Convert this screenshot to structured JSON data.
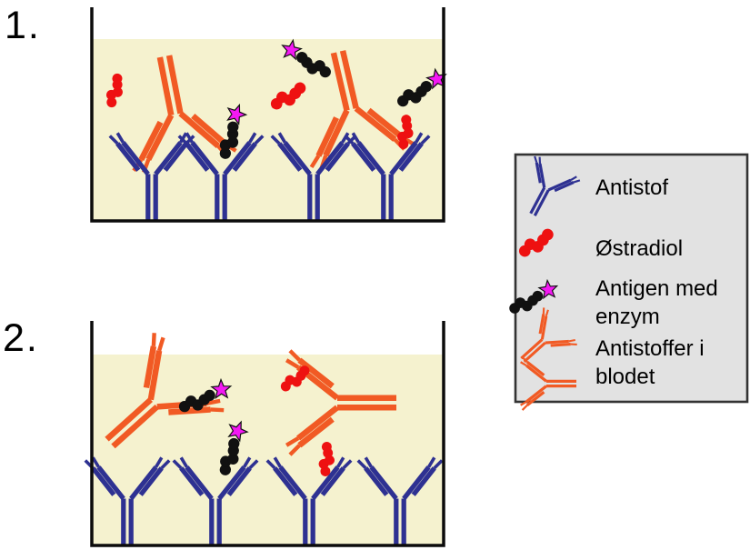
{
  "steps": [
    {
      "label": "1."
    },
    {
      "label": "2."
    }
  ],
  "legend": {
    "items": [
      {
        "label": "Antistof",
        "icon": "blue-antibody-icon"
      },
      {
        "label": "Østradiol",
        "icon": "estradiol-molecule-icon"
      },
      {
        "label": "Antigen med enzym",
        "icon": "antigen-with-enzyme-icon"
      },
      {
        "label": "Antistoffer i blodet",
        "icon": "blood-antibodies-icon"
      }
    ]
  },
  "panels": [
    {
      "label": "1.",
      "well_bound_antibodies": 4,
      "blood_antibodies": 2,
      "estradiol_molecules": 3,
      "antigen_enzyme_molecules": 3
    },
    {
      "label": "2.",
      "well_bound_antibodies": 4,
      "blood_antibodies": 2,
      "estradiol_molecules": 2,
      "antigen_enzyme_molecules": 2
    }
  ],
  "colors": {
    "antibody-blue": "#2E3192",
    "blood-antibody-orange": "#F15A24",
    "estradiol-red": "#EE1111",
    "antigen-black": "#111111",
    "enzyme-magenta": "#F318F3",
    "liquid-yellow": "#F5F2CF",
    "legend-bg": "#E2E2E2",
    "outline-black": "#0B0B0B"
  }
}
